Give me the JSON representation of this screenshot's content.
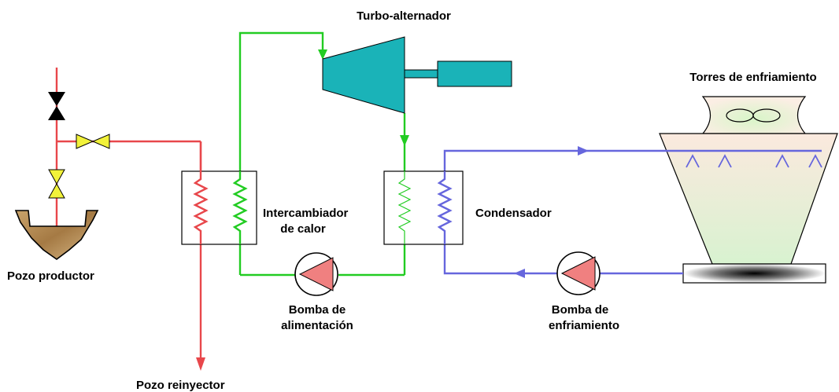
{
  "labels": {
    "turbo": "Turbo-alternador",
    "torres": "Torres de enfriamiento",
    "intercambiador_1": "Intercambiador",
    "intercambiador_2": "de calor",
    "condensador": "Condensador",
    "pozo_productor": "Pozo productor",
    "pozo_reinyector": "Pozo reinyector",
    "bomba_alim_1": "Bomba de",
    "bomba_alim_2": "alimentación",
    "bomba_enfr_1": "Bomba de",
    "bomba_enfr_2": "enfriamiento"
  },
  "colors": {
    "geothermal": "#e8474b",
    "working_fluid": "#22cc22",
    "cooling_water": "#6666dd",
    "turbine": "#1ab3b8",
    "pump": "#f08080",
    "valve": "#f2f23a"
  }
}
